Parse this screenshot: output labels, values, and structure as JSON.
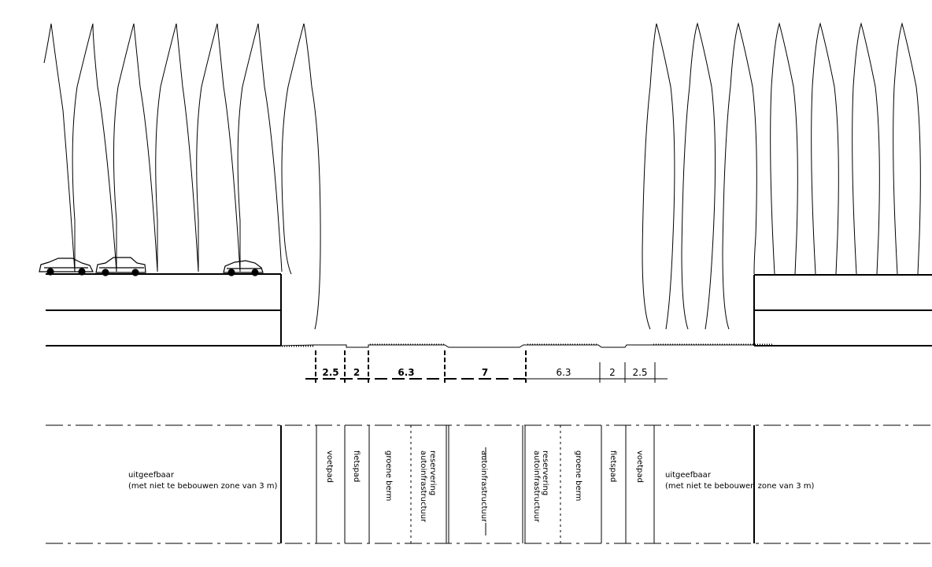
{
  "cross_section": {
    "dimensions": {
      "left": [
        "2.5",
        "2",
        "6.3",
        "7"
      ],
      "right": [
        "6.3",
        "2",
        "2.5"
      ]
    },
    "zones": {
      "left_plot_line1": "uitgeefbaar",
      "left_plot_line2": "(met niet te bebouwen zone van 3 m)",
      "voetpad": "voetpad",
      "fietspad": "fietspad",
      "groene_berm": "groene berm",
      "reservering_line1": "reservering",
      "reservering_line2": "autoinfrastructuur",
      "center": "autoinfrastructuur",
      "right_plot_line1": "uitgeefbaar",
      "right_plot_line2": "(met niet te bebouwen zone van 3 m)"
    }
  }
}
